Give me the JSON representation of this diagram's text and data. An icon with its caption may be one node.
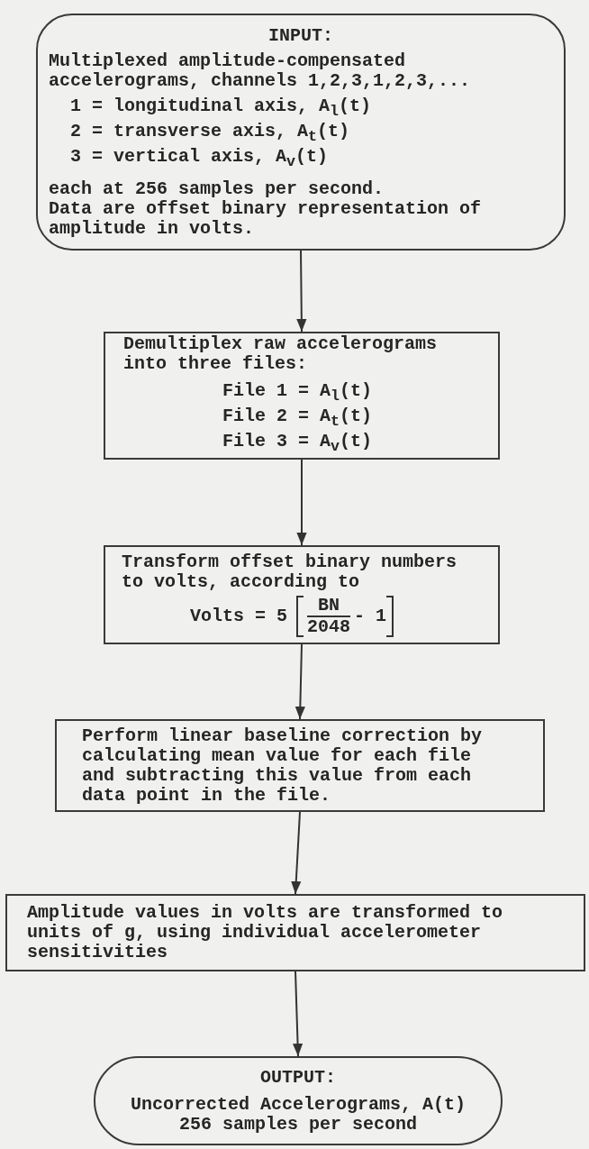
{
  "diagram": {
    "nodes": [
      {
        "text": [
          "INPUT:",
          "Multiplexed amplitude-compensated accelerograms, channels 1,2,3,1,2,3,...",
          "1 = longitudinal axis, A$_{l}$(t)",
          "2 = transverse axis, A$_{t}$(t)",
          "3 = vertical axis, A$_{v}$(t)",
          "each at 256 samples per second.",
          "Data are offset binary representation of amplitude in volts."
        ]
      },
      {
        "text": [
          "Demultiplex raw accelerograms into three files:",
          "File 1 = A$_{l}$(t)",
          "File 2 = A$_{t}$(t)",
          "File 3 = A$_{v}$(t)"
        ]
      },
      {
        "text": [
          "Transform offset binary numbers to volts, according to",
          "Volts = 5",
          "BN",
          "2048",
          "- 1"
        ]
      },
      {
        "text": [
          "Perform linear baseline correction by calculating mean value for each file and subtracting this value from each data point in the file."
        ]
      },
      {
        "text": [
          "Amplitude values in volts are transformed to units of g, using individual accelerometer sensitivities"
        ]
      },
      {
        "text": [
          "OUTPUT:",
          "Uncorrected Accelerograms, A(t) 256 samples per second"
        ]
      }
    ],
    "edges": [
      {
        "from": 0,
        "to": 1,
        "arrow": "to"
      },
      {
        "from": 1,
        "to": 2,
        "arrow": "to"
      },
      {
        "from": 2,
        "to": 3,
        "arrow": "to"
      },
      {
        "from": 3,
        "to": 4,
        "arrow": "to"
      },
      {
        "from": 4,
        "to": 5,
        "arrow": "to"
      }
    ]
  }
}
